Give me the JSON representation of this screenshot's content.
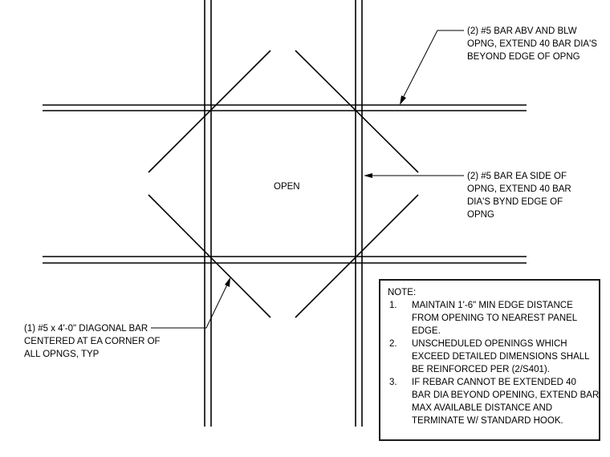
{
  "opening_label": "OPEN",
  "callouts": {
    "top_right": [
      "(2) #5 BAR ABV AND BLW",
      "OPNG, EXTEND 40 BAR DIA'S",
      "BEYOND EDGE OF OPNG"
    ],
    "mid_right": [
      "(2) #5 BAR EA SIDE OF",
      "OPNG, EXTEND 40 BAR",
      "DIA'S BYND EDGE OF",
      "OPNG"
    ],
    "bottom_left": [
      "(1) #5 x 4'-0\" DIAGONAL BAR",
      "CENTERED AT EA CORNER OF",
      "ALL OPNGS, TYP"
    ]
  },
  "note": {
    "title": "NOTE:",
    "items": [
      {
        "number": "1.",
        "lines": [
          "MAINTAIN 1'-6\" MIN EDGE DISTANCE",
          "FROM OPENING TO NEAREST PANEL",
          "EDGE."
        ]
      },
      {
        "number": "2.",
        "lines": [
          "UNSCHEDULED OPENINGS WHICH",
          "EXCEED DETAILED DIMENSIONS SHALL",
          "BE REINFORCED PER (2/S401)."
        ]
      },
      {
        "number": "3.",
        "lines": [
          "IF REBAR CANNOT BE EXTENDED 40",
          "BAR DIA BEYOND OPENING, EXTEND BAR",
          "MAX AVAILABLE DISTANCE AND",
          "TERMINATE W/ STANDARD HOOK."
        ]
      }
    ]
  },
  "colors": {
    "ink": "#000000",
    "paper": "#ffffff"
  }
}
